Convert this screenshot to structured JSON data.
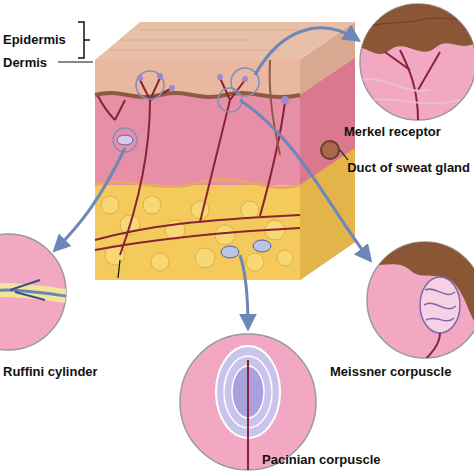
{
  "diagram": {
    "labels": [
      "Epidermis",
      "Dermis",
      "Merkel receptor",
      "Duct of sweat gland",
      "Meissner corpuscle",
      "Pacinian corpuscle",
      "Ruffini cylinder"
    ]
  }
}
